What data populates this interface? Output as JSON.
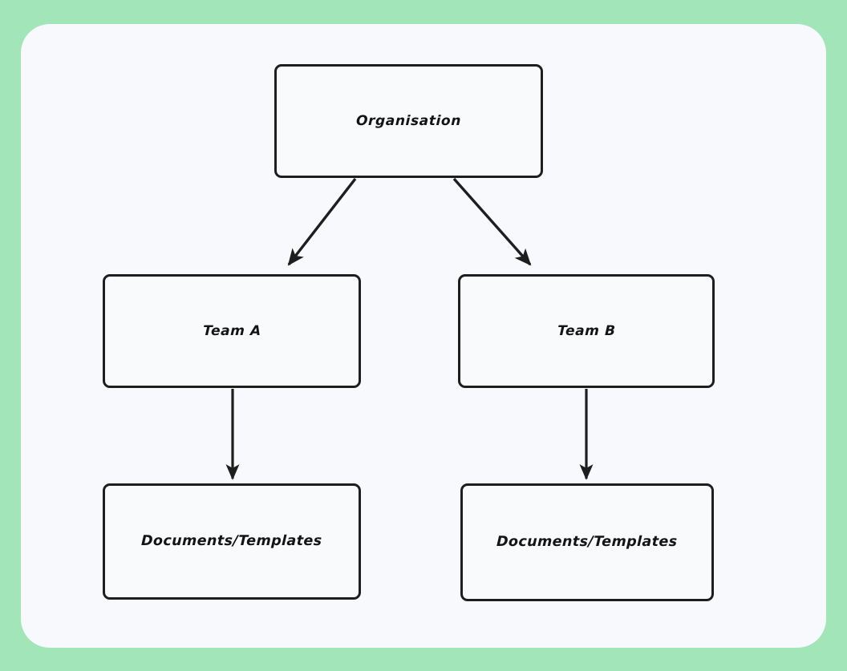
{
  "canvas": {
    "background_color": "#A2E5B8",
    "surface_color": "#F7F9FC",
    "stroke_color": "#1E1E1E",
    "text_color": "#141414"
  },
  "diagram": {
    "type": "org-hierarchy-flowchart",
    "nodes": [
      {
        "id": "org",
        "label": "Organisation"
      },
      {
        "id": "team_a",
        "label": "Team A"
      },
      {
        "id": "team_b",
        "label": "Team B"
      },
      {
        "id": "docs_a",
        "label": "Documents/Templates"
      },
      {
        "id": "docs_b",
        "label": "Documents/Templates"
      }
    ],
    "edges": [
      {
        "from": "org",
        "to": "team_a",
        "style": "diagonal-arrow"
      },
      {
        "from": "org",
        "to": "team_b",
        "style": "diagonal-arrow"
      },
      {
        "from": "team_a",
        "to": "docs_a",
        "style": "vertical-arrow"
      },
      {
        "from": "team_b",
        "to": "docs_b",
        "style": "vertical-arrow"
      }
    ]
  }
}
